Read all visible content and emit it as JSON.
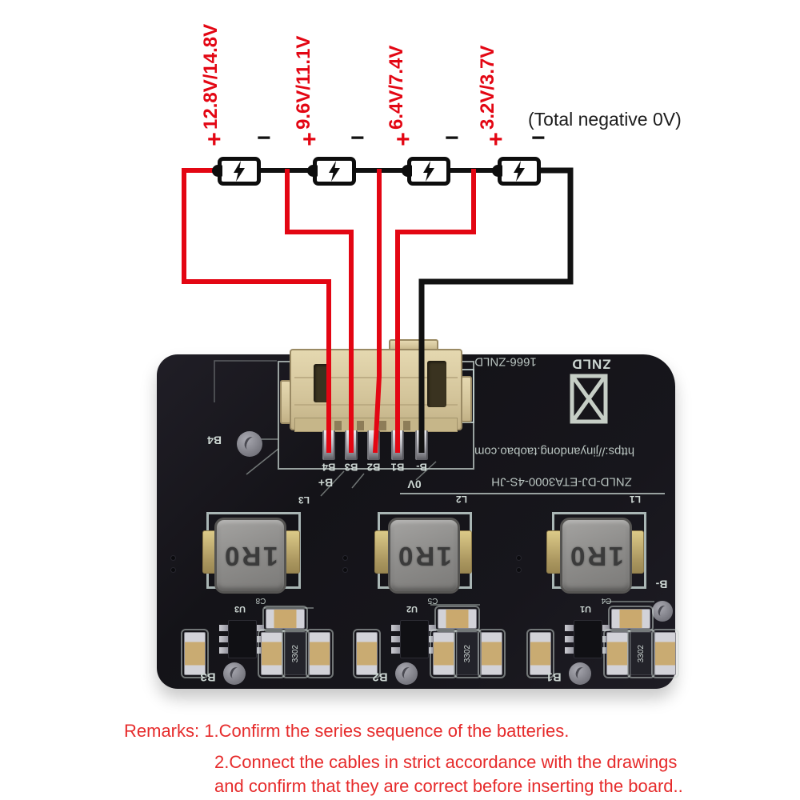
{
  "wiring": {
    "plus_symbol": "+",
    "minus_symbol": "−",
    "total_negative_note": "(Total negative 0V)",
    "batteries": [
      {
        "voltage_label": "12.8V/14.8V"
      },
      {
        "voltage_label": "9.6V/11.1V"
      },
      {
        "voltage_label": "6.4V/7.4V"
      },
      {
        "voltage_label": "3.2V/3.7V"
      }
    ]
  },
  "board": {
    "serial_marking": "1666-ZNLD",
    "logo_text": "ZNLD",
    "website": "https://jinyandong.taobao.com",
    "model_marking": "ZNLD-DJ-ETA3000-4S-JH",
    "zero_volt_label": "0V",
    "b_plus_label": "B+",
    "b_minus_label": "B-",
    "b4_pad_label": "B4",
    "connector_pin_labels": [
      "B4",
      "B3",
      "B2",
      "B1",
      "B-"
    ],
    "inductors": [
      {
        "ref": "L3",
        "marking": "1R0"
      },
      {
        "ref": "L2",
        "marking": "1R0"
      },
      {
        "ref": "L1",
        "marking": "1R0"
      }
    ],
    "channel_groups": [
      {
        "ic_ref": "U3",
        "cap_ref": "C8",
        "resistor_marking": "3302",
        "channel_label": "B3"
      },
      {
        "ic_ref": "U2",
        "cap_ref": "C5",
        "resistor_marking": "3302",
        "channel_label": "B2"
      },
      {
        "ic_ref": "U1",
        "cap_ref": "C4",
        "resistor_marking": "3302",
        "channel_label": "B1"
      }
    ]
  },
  "remarks": {
    "line1": "Remarks: 1.Confirm the series sequence of the batteries.",
    "line2": "2.Connect the cables in strict accordance with the drawings",
    "line3": "and confirm that they are correct before inserting the board.."
  },
  "colors": {
    "wire_red": "#e30613",
    "wire_black": "#111111",
    "remark_red": "#e62b2b",
    "board_dark": "#16151b",
    "silkscreen": "#ccd6d2",
    "connector_beige": "#d8cba3",
    "inductor_gray": "#8d8c8a",
    "pad_gold": "#c4b173"
  }
}
